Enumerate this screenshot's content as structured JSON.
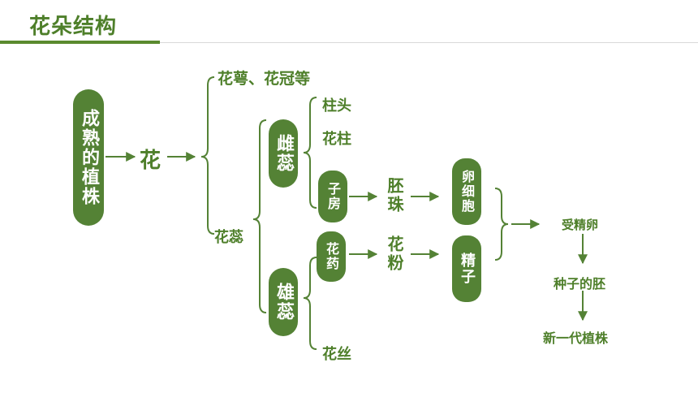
{
  "title": "花朵结构",
  "nodes": {
    "mature_plant": "成熟的植株",
    "flower": "花",
    "sepal_petal": "花萼、花冠等",
    "pistil_stamen": "花蕊",
    "pistil": "雌蕊",
    "stamen": "雄蕊",
    "stigma": "柱头",
    "style": "花柱",
    "ovary": "子房",
    "ovule": "胚珠",
    "egg_cell": "卵细胞",
    "anther": "花药",
    "pollen": "花粉",
    "sperm": "精子",
    "fertilized_egg": "受精卵",
    "seed_embryo": "种子的胚",
    "new_plant": "新一代植株",
    "filament": "花丝"
  },
  "colors": {
    "primary": "#548235",
    "text": "#4e7f2a"
  }
}
